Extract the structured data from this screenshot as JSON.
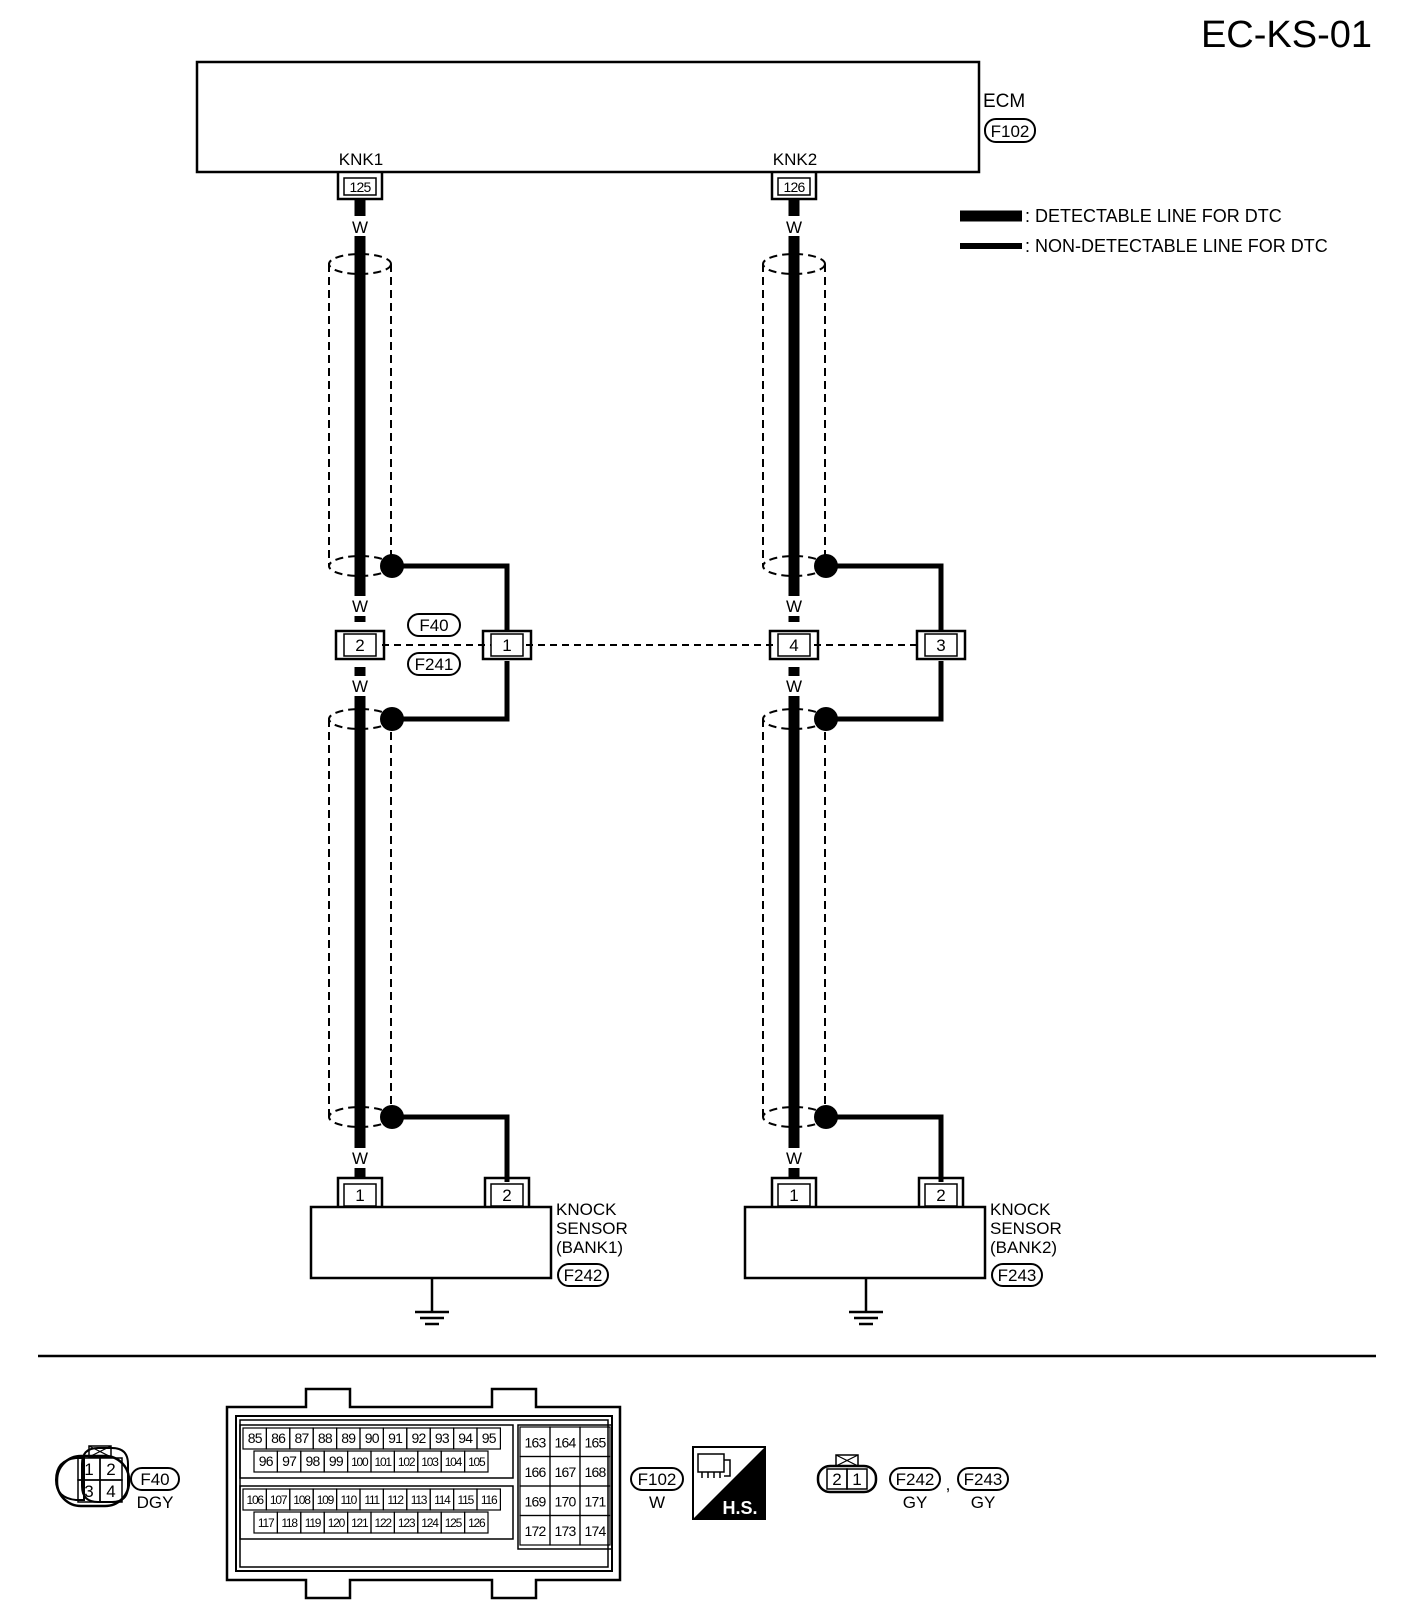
{
  "page_code": "EC-KS-01",
  "ecm": {
    "name": "ECM",
    "connector": "F102",
    "terminals": [
      {
        "signal": "KNK1",
        "pin": "125",
        "wire": "W"
      },
      {
        "signal": "KNK2",
        "pin": "126",
        "wire": "W"
      }
    ]
  },
  "legend": {
    "detectable": ": DETECTABLE LINE FOR DTC",
    "non_detectable": ": NON-DETECTABLE LINE FOR DTC"
  },
  "joint_connector": {
    "names": [
      "F40",
      "F241"
    ],
    "pins": [
      "2",
      "1",
      "4",
      "3"
    ],
    "wire_below": "W"
  },
  "sensors": [
    {
      "line1": "KNOCK",
      "line2": "SENSOR",
      "line3": "(BANK1)",
      "connector": "F242",
      "pins": [
        "1",
        "2"
      ],
      "wire": "W"
    },
    {
      "line1": "KNOCK",
      "line2": "SENSOR",
      "line3": "(BANK2)",
      "connector": "F243",
      "pins": [
        "1",
        "2"
      ],
      "wire": "W"
    }
  ],
  "connector_views": {
    "f40": {
      "name": "F40",
      "color": "DGY",
      "cavities": [
        "1",
        "2",
        "3",
        "4"
      ]
    },
    "f102": {
      "name": "F102",
      "color": "W",
      "row1": [
        "85",
        "86",
        "87",
        "88",
        "89",
        "90",
        "91",
        "92",
        "93",
        "94",
        "95"
      ],
      "row2": [
        "96",
        "97",
        "98",
        "99",
        "100",
        "101",
        "102",
        "103",
        "104",
        "105"
      ],
      "row3": [
        "106",
        "107",
        "108",
        "109",
        "110",
        "111",
        "112",
        "113",
        "114",
        "115",
        "116"
      ],
      "row4": [
        "117",
        "118",
        "119",
        "120",
        "121",
        "122",
        "123",
        "124",
        "125",
        "126"
      ],
      "block": [
        [
          "163",
          "164",
          "165"
        ],
        [
          "166",
          "167",
          "168"
        ],
        [
          "169",
          "170",
          "171"
        ],
        [
          "172",
          "173",
          "174"
        ]
      ]
    },
    "hs": {
      "label": "H.S."
    },
    "f242_f243": {
      "cavities": [
        "2",
        "1"
      ],
      "names": [
        "F242",
        "F243"
      ],
      "separator": ",",
      "colors": [
        "GY",
        "GY"
      ]
    }
  }
}
